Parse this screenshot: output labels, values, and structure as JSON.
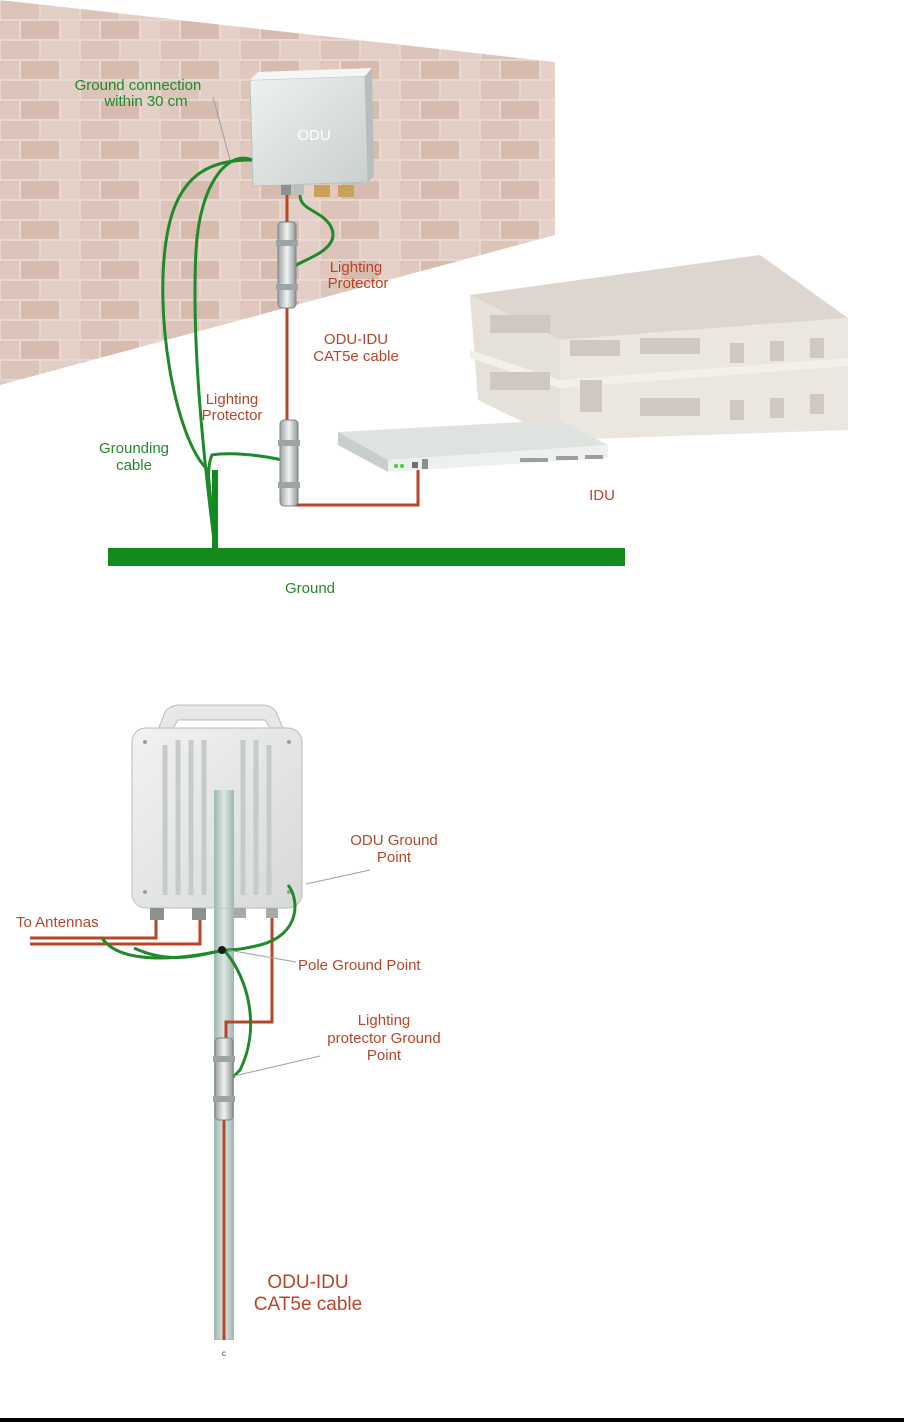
{
  "diagram1": {
    "ground_connection": [
      "Ground connection",
      "within 30 cm"
    ],
    "odu_label": "ODU",
    "lighting_protector_top": [
      "Lighting",
      "Protector"
    ],
    "odu_idu_cable": [
      "ODU-IDU",
      "CAT5e cable"
    ],
    "lighting_protector_bottom": [
      "Lighting",
      "Protector"
    ],
    "grounding_cable": [
      "Grounding",
      "cable"
    ],
    "idu_label": "IDU",
    "ground_label": "Ground"
  },
  "diagram2": {
    "to_antennas": "To Antennas",
    "odu_ground_point": [
      "ODU Ground",
      "Point"
    ],
    "pole_ground_point": "Pole Ground Point",
    "lighting_protector_ground_point": [
      "Lighting",
      "protector Ground",
      "Point"
    ],
    "odu_idu_cable": [
      "ODU-IDU",
      "CAT5e cable"
    ],
    "pole_mark": "c"
  },
  "colors": {
    "ground_wire": "#1f8a2a",
    "cat5e_cable": "#b5462a",
    "ground_bar": "#128a1e"
  }
}
